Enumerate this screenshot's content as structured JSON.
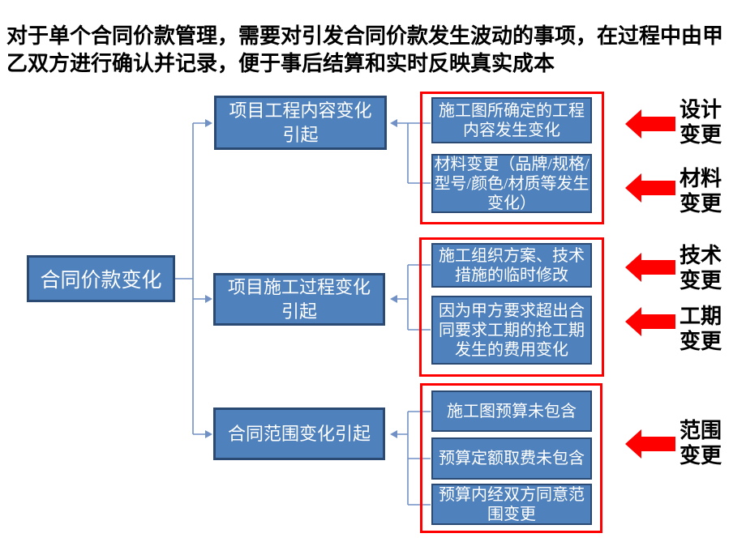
{
  "title": "对于单个合同价款管理，需要对引发合同价款发生波动的事项，在过程中由甲乙双方进行确认并记录，便于事后结算和实时反映真实成本",
  "root_label": "合同价款变化",
  "branches": [
    {
      "label": "项目工程内容变化引起",
      "causes": [
        "施工图所确定的工程内容发生变化",
        "材料变更（品牌/规格/型号/颜色/材质等发生变化）"
      ],
      "tags": [
        "设计变更",
        "材料变更"
      ]
    },
    {
      "label": "项目施工过程变化引起",
      "causes": [
        "施工组织方案、技术措施的临时修改",
        "因为甲方要求超出合同要求工期的抢工期发生的费用变化"
      ],
      "tags": [
        "技术变更",
        "工期变更"
      ]
    },
    {
      "label": "合同范围变化引起",
      "causes": [
        "施工图预算未包含",
        "预算定额取费未包含",
        "预算内经双方同意范围变更"
      ],
      "tags": [
        "范围变更"
      ]
    }
  ],
  "colors": {
    "box_fill": "#4F81BD",
    "box_border": "#2A4A73",
    "connector": "#7191C5",
    "group_outline": "#FF0000",
    "arrow": "#FF0000",
    "text_on_box": "#FFFFFF",
    "title_text": "#000000"
  }
}
